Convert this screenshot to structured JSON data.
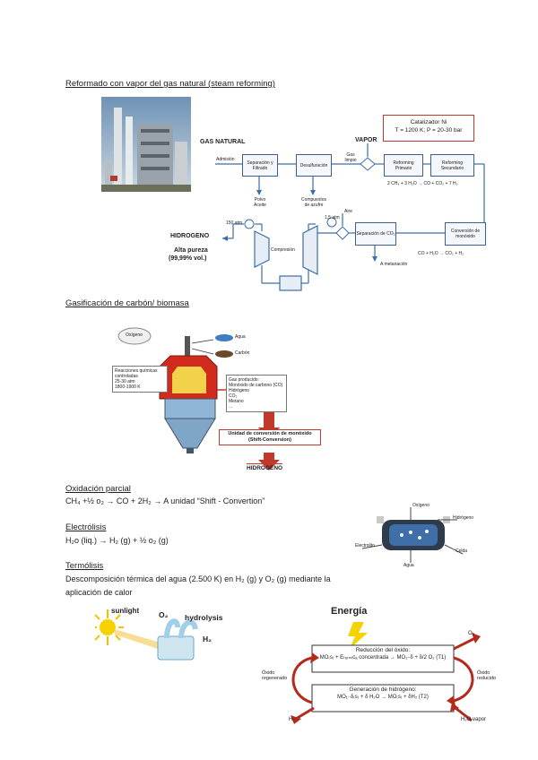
{
  "sec1": {
    "title": "Reformado con vapor del gas natural",
    "title_note": "(steam reforming)",
    "gas_natural": "GAS NATURAL",
    "vapor": "VAPOR",
    "catalizador_title": "Catalizador Ni",
    "catalizador_cond": "T = 1200 K; P = 20-30 bar",
    "admision": "Admisión",
    "separacion": "Separación y Filtrado",
    "desulfuracion": "Desulfuración",
    "gas_limpio": "Gas limpio",
    "reforming_primario": "Reforming Primario",
    "reforming_secundario": "Reforming Secundario",
    "polvo": "Polvo Aceite",
    "compuestos": "Compuestos de azufre",
    "reaction1": "2 CH₄ + 3 H₂O → CO + CO₂ + 7 H₂",
    "aire": "Aire",
    "pressure1": "1,5 atm",
    "pressure2": "150 atm",
    "separacion_co2": "Separación de CO₂",
    "conversion_monoxido": "Conversión de monóxido",
    "reaction2": "CO + H₂O → CO₂ + H₂",
    "a_metanacion": "A metanación",
    "compresion": "Compresión",
    "hidrogeno": "HIDROGENO",
    "alta_pureza": "Alta pureza",
    "pureza_val": "(99,99% vol.)"
  },
  "sec2": {
    "title": "Gasificación de carbón/ biomasa",
    "oxigeno": "Oxígeno",
    "agua": "Agua",
    "carbon": "Carbón",
    "left_list": [
      "Reacciones químicas controladas",
      "25-30 atm",
      "1800-1900 K"
    ],
    "right_list": [
      "Gas producido:",
      "Monóxido de carbono (CO)",
      "Hidrógeno",
      "CO₂",
      "Metano",
      "..."
    ],
    "unidad": "Unidad de conversión de monóxido",
    "unidad2": "(Shift-Conversion)",
    "hidrogeno": "HIDROGENO"
  },
  "sec3": {
    "title": "Oxidación parcial",
    "eq": "CH₄ +½ o₂ → CO + 2H₂ → A unidad “Shift - Convertion”"
  },
  "sec4": {
    "title": "Electrólisis",
    "eq": "H₂o (liq.) → H₂ (g) + ½ o₂ (g)",
    "img_labels": [
      "Oxígeno",
      "Hidrógeno",
      "Electrolito",
      "Celda",
      "Agua"
    ]
  },
  "sec5": {
    "title": "Termólisis",
    "text1": "Descomposición térmica del agua (2.500 K) en H₂ (g) y O₂ (g) mediante la",
    "text2": "aplicación de calor",
    "sunlight": "sunlight",
    "o2": "O₂",
    "hydrolysis": "hydrolysis",
    "h2": "H₂"
  },
  "cycle": {
    "energia": "Energía",
    "o2": "O₂",
    "reduccion_title": "Reducción del óxido:",
    "reduccion_eq": "MO₍s₎ + Eₜₑᵣₘᵢcₐ concentrada → MO₁₋δ + δ/2 O₂ (T1)",
    "oxido_regenerado": "Óxido regenerado",
    "oxido_reducido": "Óxido reducido",
    "generacion_title": "Generación de hidrógeno:",
    "generacion_eq": "MO₁₋δ₍s₎ + δ H₂O → MO₍s₎ + δH₂    (T2)",
    "h2": "H₂",
    "h2o_vapor": "H₂O vapor"
  }
}
